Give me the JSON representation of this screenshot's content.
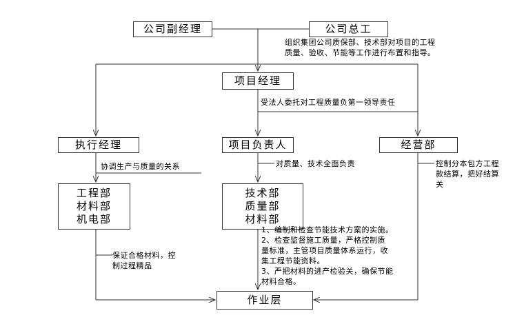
{
  "boxes": {
    "deputy_manager": "公司副经理",
    "chief_engineer": "公司总工",
    "project_manager": "项目经理",
    "exec_manager": "执行经理",
    "project_lead": "项目负责人",
    "business_dept": "经营部",
    "engineering_group": [
      "工程部",
      "材料部",
      "机电部"
    ],
    "technical_group": [
      "技术部",
      "质量部",
      "材料部"
    ],
    "work_layer": "作业层"
  },
  "notes": {
    "top": [
      "组织集团公司质保部、技术部对项目的工程",
      "质量、验收、节能等工作进行布置和指导。"
    ],
    "entrusted": "受法人委托对工程质量负第一领导责任",
    "coordinate": "协调生产与质量的关系",
    "quality_tech": "对质量、技术全面负责",
    "control": [
      "控制分本包方工程",
      "款结算，把好结算",
      "关"
    ],
    "guarantee": [
      "保证合格材料，控",
      "制过程精品"
    ],
    "tasks": [
      "1、编制和检查节能技术方案的实施。",
      "2、检查监督施工质量，严格控制质",
      "量标准，主管项目质量体系运行，收",
      "集工程节能资料。",
      "3、严把材料的进产检验关，确保节能",
      "材料合格。"
    ]
  }
}
